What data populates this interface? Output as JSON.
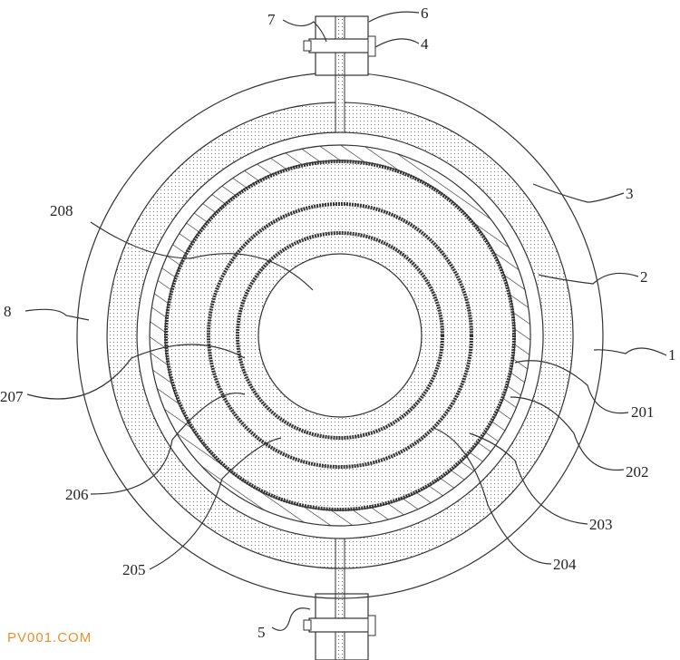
{
  "labels": {
    "l7": "7",
    "l6": "6",
    "l4": "4",
    "l3": "3",
    "l208": "208",
    "l2": "2",
    "l8": "8",
    "l1": "1",
    "l207": "207",
    "l201": "201",
    "l202": "202",
    "l206": "206",
    "l203": "203",
    "l205": "205",
    "l204": "204",
    "l5": "5"
  },
  "watermark": "PV001.COM",
  "colors": {
    "line": "#333333",
    "watermark": "#e8902c"
  }
}
